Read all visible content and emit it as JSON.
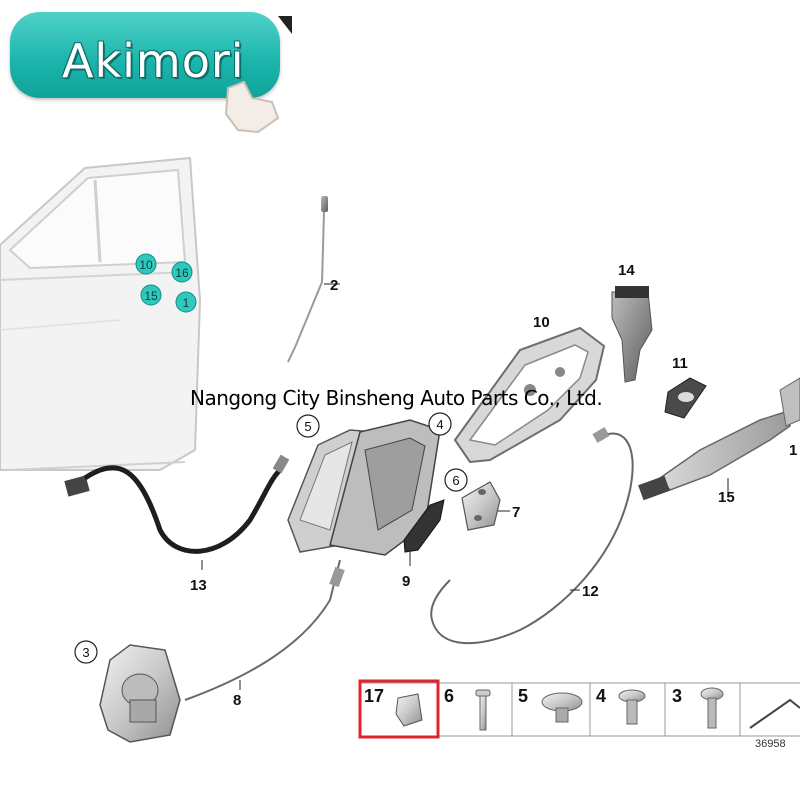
{
  "brand": {
    "name": "Akimori"
  },
  "watermark": "Nangong City Binsheng Auto Parts Co., Ltd.",
  "door_markers": [
    "10",
    "16",
    "15",
    "1"
  ],
  "callouts": {
    "c1": "1",
    "c2": "2",
    "c4": "4",
    "c5": "5",
    "c6": "6",
    "c7": "7",
    "c8": "8",
    "c9": "9",
    "c10": "10",
    "c11": "11",
    "c12": "12",
    "c13": "13",
    "c14": "14",
    "c15": "15",
    "c3": "3"
  },
  "legend": {
    "items": [
      "17",
      "6",
      "5",
      "4",
      "3"
    ],
    "highlight": "17",
    "highlight_color": "#e0242b"
  },
  "document_number": "36958",
  "colors": {
    "brand_teal": "#19b4ab",
    "marker_fill": "#2ec9be",
    "highlight": "#e0242b"
  }
}
